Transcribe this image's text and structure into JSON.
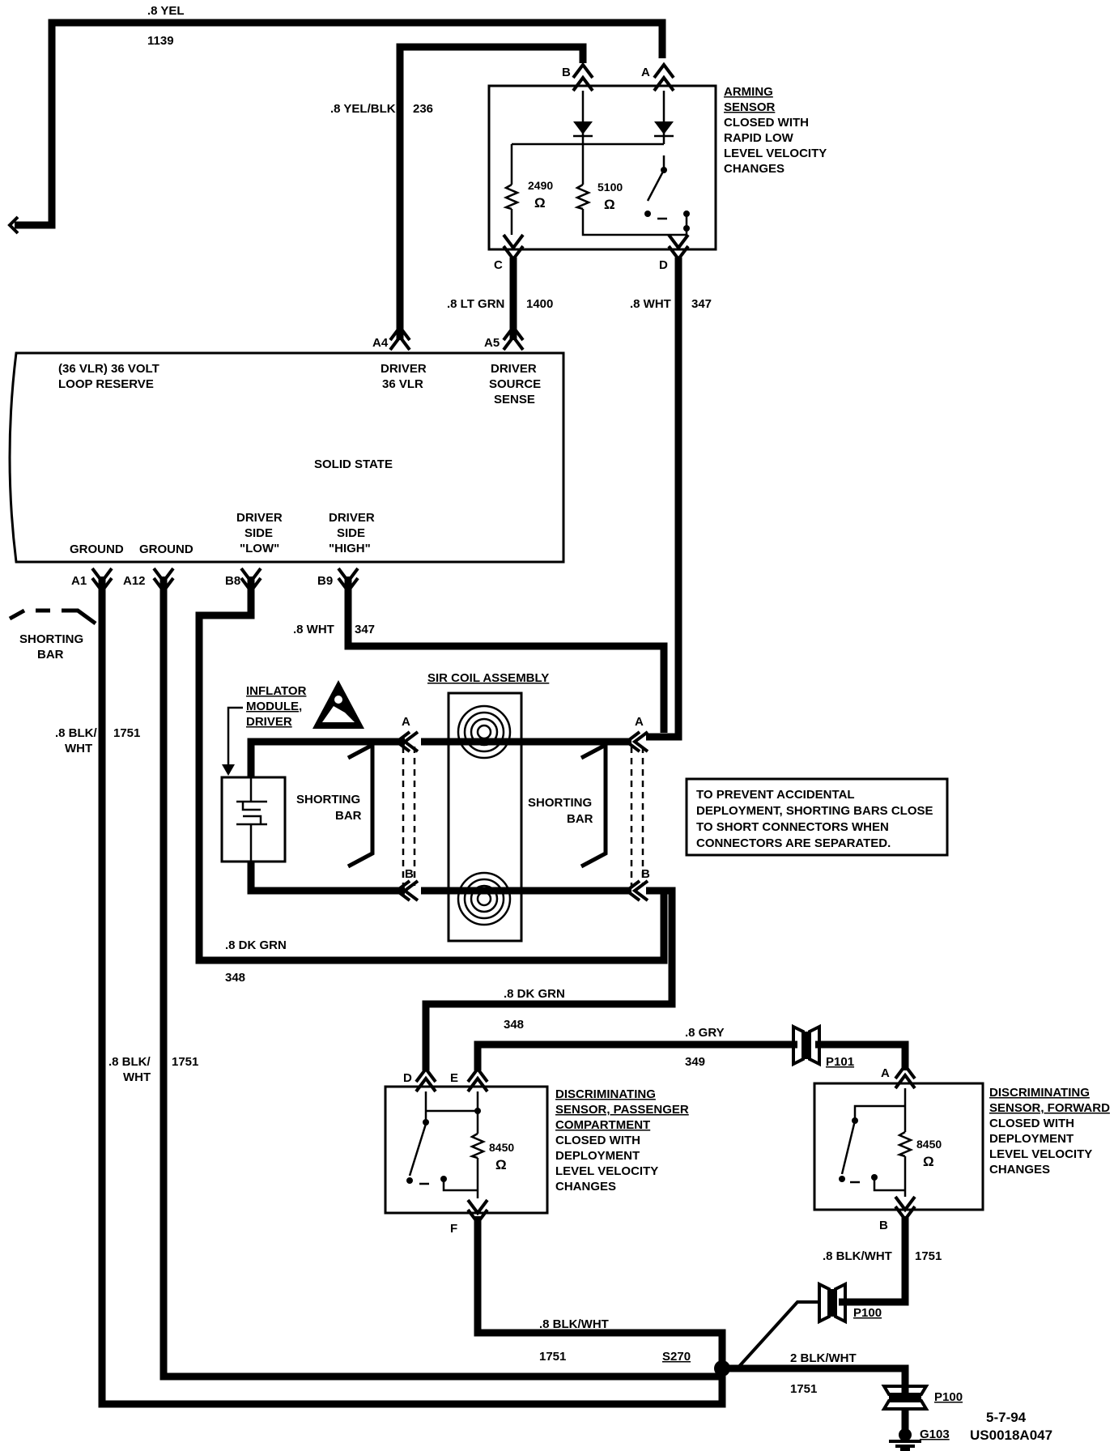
{
  "wires": {
    "w1139_color": ".8 YEL",
    "w1139_circuit": "1139",
    "w236_color": ".8 YEL/BLK",
    "w236_circuit": "236",
    "w1400_color": ".8 LT GRN",
    "w1400_circuit": "1400",
    "w347a_color": ".8 WHT",
    "w347a_circuit": "347",
    "w347b_color": ".8 WHT",
    "w347b_circuit": "347",
    "w1751a_color": ".8 BLK/",
    "w1751a_color2": "WHT",
    "w1751a_circuit": "1751",
    "w1751b_color": ".8 BLK/",
    "w1751b_color2": "WHT",
    "w1751b_circuit": "1751",
    "w348a_color": ".8 DK GRN",
    "w348a_circuit": "348",
    "w348b_color": ".8 DK GRN",
    "w348b_circuit": "348",
    "w349_color": ".8 GRY",
    "w349_circuit": "349",
    "w1751c_color": ".8 BLK/WHT",
    "w1751c_circuit": "1751",
    "w1751d_color": ".8 BLK/WHT",
    "w1751d_circuit": "1751",
    "w1751e_color": "2 BLK/WHT",
    "w1751e_circuit": "1751"
  },
  "arming_sensor": {
    "title1": "ARMING",
    "title2": "SENSOR",
    "desc1": "CLOSED WITH",
    "desc2": "RAPID LOW",
    "desc3": "LEVEL VELOCITY",
    "desc4": "CHANGES",
    "pin_b": "B",
    "pin_a": "A",
    "pin_c": "C",
    "pin_d": "D",
    "r1_value": "2490",
    "r2_value": "5100",
    "ohm": "Ω"
  },
  "module": {
    "title1": "(36 VLR) 36 VOLT",
    "title2": "LOOP RESERVE",
    "a4_pin": "A4",
    "a4_label1": "DRIVER",
    "a4_label2": "36 VLR",
    "a5_pin": "A5",
    "a5_label1": "DRIVER",
    "a5_label2": "SOURCE",
    "a5_label3": "SENSE",
    "center": "SOLID STATE",
    "a1_pin": "A1",
    "a1_label": "GROUND",
    "a12_pin": "A12",
    "a12_label": "GROUND",
    "b8_pin": "B8",
    "b8_label1": "DRIVER",
    "b8_label2": "SIDE",
    "b8_label3": "\"LOW\"",
    "b9_pin": "B9",
    "b9_label1": "DRIVER",
    "b9_label2": "SIDE",
    "b9_label3": "\"HIGH\""
  },
  "shorting_bar_ext": {
    "label1": "SHORTING",
    "label2": "BAR"
  },
  "inflator": {
    "title1": "INFLATOR",
    "title2": "MODULE,",
    "title3": "DRIVER",
    "bar_label1": "SHORTING",
    "bar_label2": "BAR",
    "pin_a": "A",
    "pin_b": "B"
  },
  "coil": {
    "title": "SIR COIL ASSEMBLY",
    "bar_label1": "SHORTING",
    "bar_label2": "BAR",
    "pin_a": "A",
    "pin_b": "B"
  },
  "note": {
    "line1": "TO PREVENT ACCIDENTAL",
    "line2": "DEPLOYMENT, SHORTING BARS CLOSE",
    "line3": "TO SHORT CONNECTORS WHEN",
    "line4": "CONNECTORS ARE SEPARATED."
  },
  "disc_passenger": {
    "title1": "DISCRIMINATING",
    "title2": "SENSOR, PASSENGER",
    "title3": "COMPARTMENT",
    "desc1": "CLOSED WITH",
    "desc2": "DEPLOYMENT",
    "desc3": "LEVEL VELOCITY",
    "desc4": "CHANGES",
    "pin_d": "D",
    "pin_e": "E",
    "pin_f": "F",
    "r_value": "8450",
    "ohm": "Ω"
  },
  "disc_forward": {
    "title1": "DISCRIMINATING",
    "title2": "SENSOR, FORWARD",
    "desc1": "CLOSED WITH",
    "desc2": "DEPLOYMENT",
    "desc3": "LEVEL VELOCITY",
    "desc4": "CHANGES",
    "pin_a": "A",
    "pin_b": "B",
    "r_value": "8450",
    "ohm": "Ω"
  },
  "connectors": {
    "p101": "P101",
    "p100a": "P100",
    "p100b": "P100",
    "s270": "S270",
    "g103": "G103"
  },
  "footer": {
    "date": "5-7-94",
    "code": "US0018A047"
  }
}
